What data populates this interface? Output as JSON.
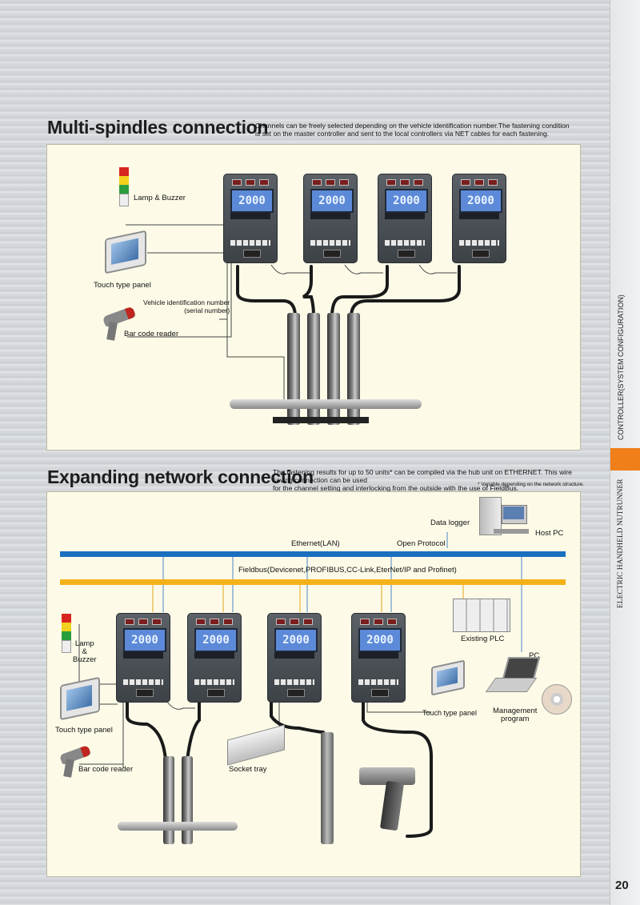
{
  "section1": {
    "title": "Multi-spindles connection",
    "desc_line1": "Channels can be freely selected depending on the vehicle identification number.The fastening condition",
    "desc_line2": "is set on the master controller and sent to the local controllers via NET cables for each fastening.",
    "labels": {
      "lamp": "Lamp & Buzzer",
      "touch_panel": "Touch type panel",
      "vin_line1": "Vehicle identification number",
      "vin_line2": "(serial number)",
      "barcode": "Bar code reader"
    },
    "display_value": "2000"
  },
  "section2": {
    "title": "Expanding network connection",
    "desc_line1": "The fastening results for up to 50 units* can be compiled via the hub unit on ETHERNET. This wire saving connection can be used",
    "desc_line2": "for the channel setting and interlocking from the outside with the use of FieldBus.",
    "footnote": "* Variable depending on the network structure.",
    "labels": {
      "data_logger": "Data logger",
      "host_pc": "Host PC",
      "ethernet": "Ethernet(LAN)",
      "open_protocol": "Open Protocol",
      "fieldbus": "Fieldbus(Devicenet,PROFIBUS,CC-Link,EterNet/IP and Profinet)",
      "existing_plc": "Existing PLC",
      "pc": "PC",
      "lamp": "Lamp",
      "lamp_and": "&",
      "buzzer": "Buzzer",
      "touch_panel_left": "Touch type panel",
      "touch_panel_right": "Touch type panel",
      "management_line1": "Management",
      "management_line2": "program",
      "barcode": "Bar code reader",
      "socket_tray": "Socket tray"
    },
    "colors": {
      "ethernet": "#1a6fbf",
      "fieldbus": "#f4b21a"
    }
  },
  "sidebar": {
    "category": "ELECTRIC HANDHELD NUTRUNNER",
    "subcategory": "CONTROLLER(SYSTEM CONFIGURATION)",
    "accent": "#f07f1a"
  },
  "page_number": "20"
}
